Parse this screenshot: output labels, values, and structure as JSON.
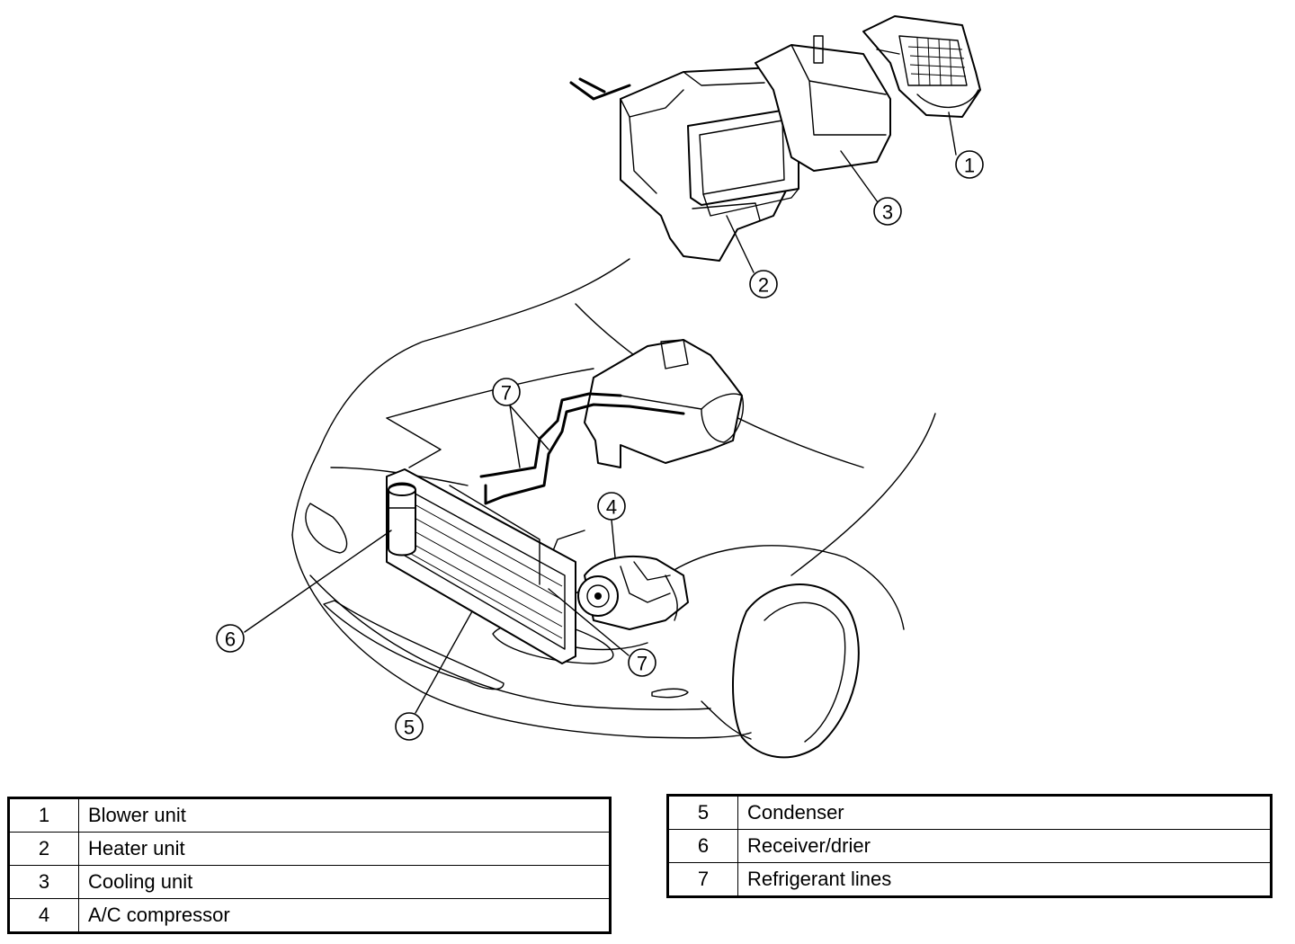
{
  "callouts": [
    "1",
    "2",
    "3",
    "4",
    "5",
    "6",
    "7",
    "7"
  ],
  "legend_left": [
    {
      "num": "1",
      "label": "Blower unit"
    },
    {
      "num": "2",
      "label": "Heater unit"
    },
    {
      "num": "3",
      "label": "Cooling unit"
    },
    {
      "num": "4",
      "label": "A/C compressor"
    }
  ],
  "legend_right": [
    {
      "num": "5",
      "label": "Condenser"
    },
    {
      "num": "6",
      "label": "Receiver/drier"
    },
    {
      "num": "7",
      "label": "Refrigerant lines"
    }
  ]
}
